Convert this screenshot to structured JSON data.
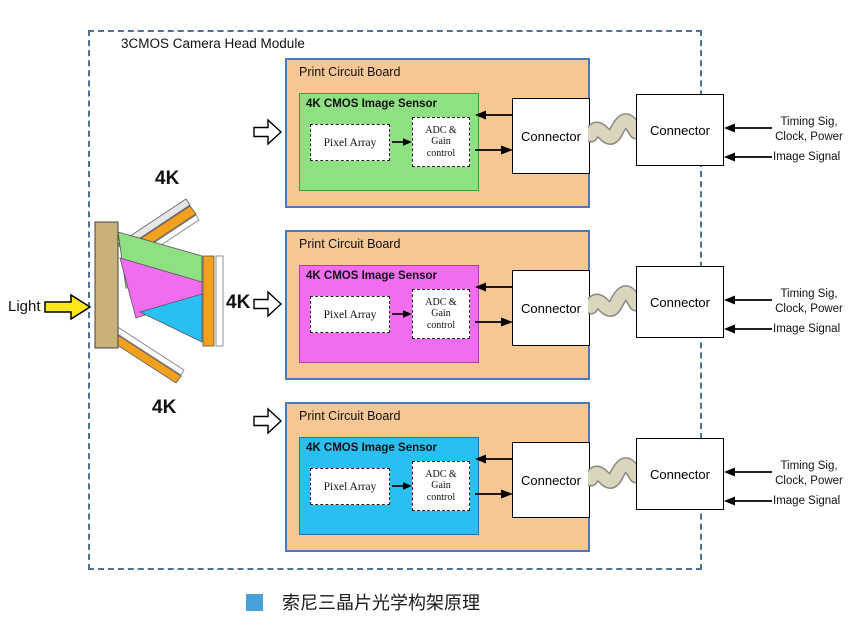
{
  "diagram": {
    "module_title": "3CMOS Camera Head Module",
    "light_label": "Light",
    "labels_4k": [
      "4K",
      "4K",
      "4K"
    ],
    "caption": "索尼三晶片光学构架原理",
    "colors": {
      "pcb_fill": "#F5C795",
      "pcb_border": "#4A77BE",
      "caption_square": "#45A1D8",
      "light_arrow_fill": "#FFE71C",
      "cable_fill": "#DCD5BE"
    },
    "rows": [
      {
        "pcb_label": "Print Circuit Board",
        "sensor_label": "4K CMOS Image Sensor",
        "sensor_fill": "#8FE083",
        "sensor_border": "#38A038",
        "pixel_array_label": "Pixel Array",
        "adc_label": "ADC &\nGain\ncontrol",
        "connector_left_label": "Connector",
        "connector_right_label": "Connector",
        "timing_label": "Timing Sig,\nClock, Power",
        "image_signal_label": "Image Signal"
      },
      {
        "pcb_label": "Print Circuit Board",
        "sensor_label": "4K CMOS Image Sensor",
        "sensor_fill": "#F26CF0",
        "sensor_border": "#B23CB2",
        "pixel_array_label": "Pixel Array",
        "adc_label": "ADC &\nGain\ncontrol",
        "connector_left_label": "Connector",
        "connector_right_label": "Connector",
        "timing_label": "Timing Sig,\nClock, Power",
        "image_signal_label": "Image Signal"
      },
      {
        "pcb_label": "Print Circuit Board",
        "sensor_label": "4K CMOS Image Sensor",
        "sensor_fill": "#29BFF0",
        "sensor_border": "#1B75BB",
        "pixel_array_label": "Pixel Array",
        "adc_label": "ADC &\nGain\ncontrol",
        "connector_left_label": "Connector",
        "connector_right_label": "Connector",
        "timing_label": "Timing Sig,\nClock, Power",
        "image_signal_label": "Image Signal"
      }
    ]
  }
}
